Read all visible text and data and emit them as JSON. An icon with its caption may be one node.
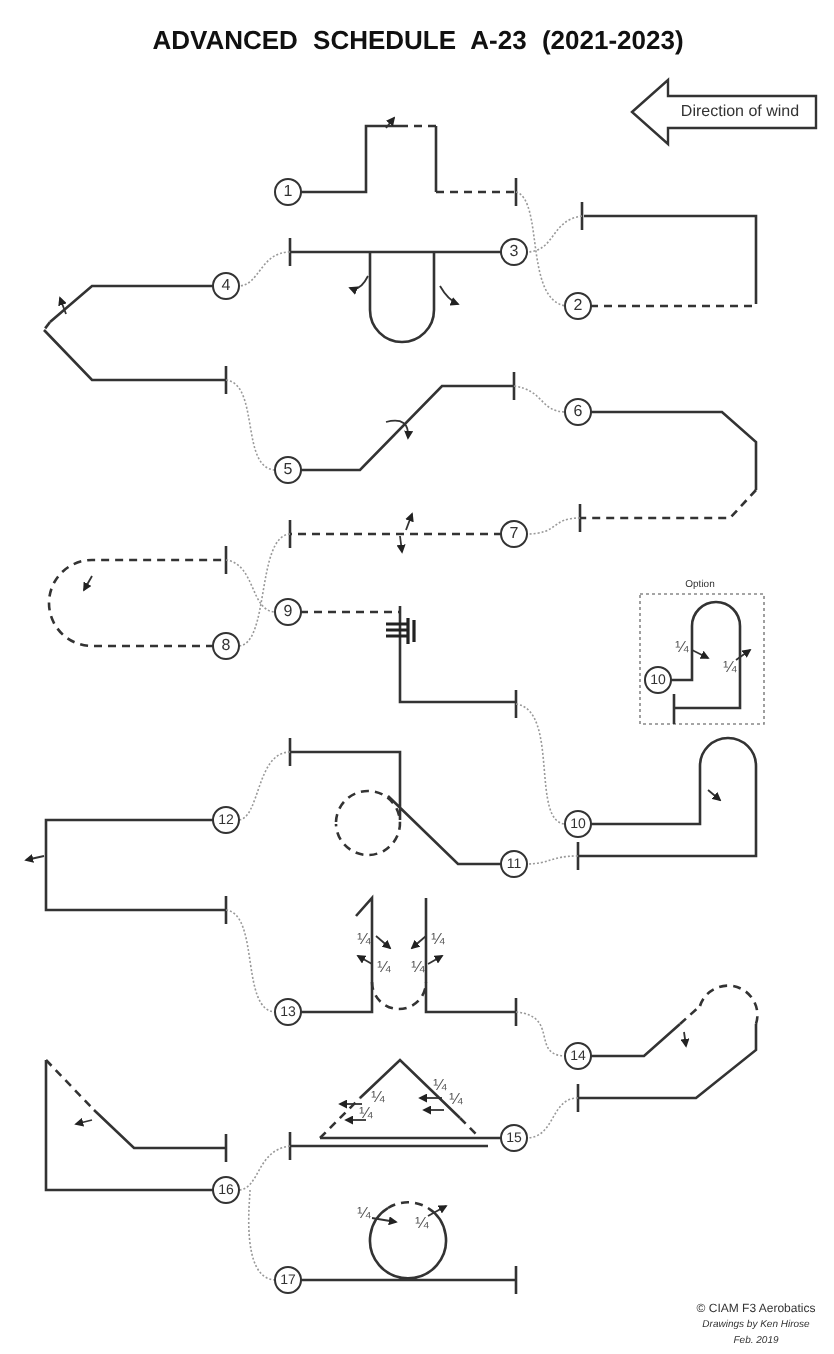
{
  "diagram": {
    "title": "ADVANCED SCHEDULE A-23 (2021-2023)",
    "labels": [
      "Direction of wind",
      "1",
      "3",
      "4",
      "2",
      "6",
      "5",
      "7",
      "Option",
      "8",
      "9",
      "¼",
      "¼",
      "10",
      "12",
      "10",
      "11",
      "¼",
      "¼",
      "¼",
      "¼",
      "13",
      "14",
      "¼",
      "¼",
      "¼",
      "¼",
      "15",
      "16",
      "¼",
      "¼",
      "17",
      "© CIAM F3 Aerobatics",
      "Drawings by Ken Hirose",
      "Feb.  2019"
    ]
  }
}
